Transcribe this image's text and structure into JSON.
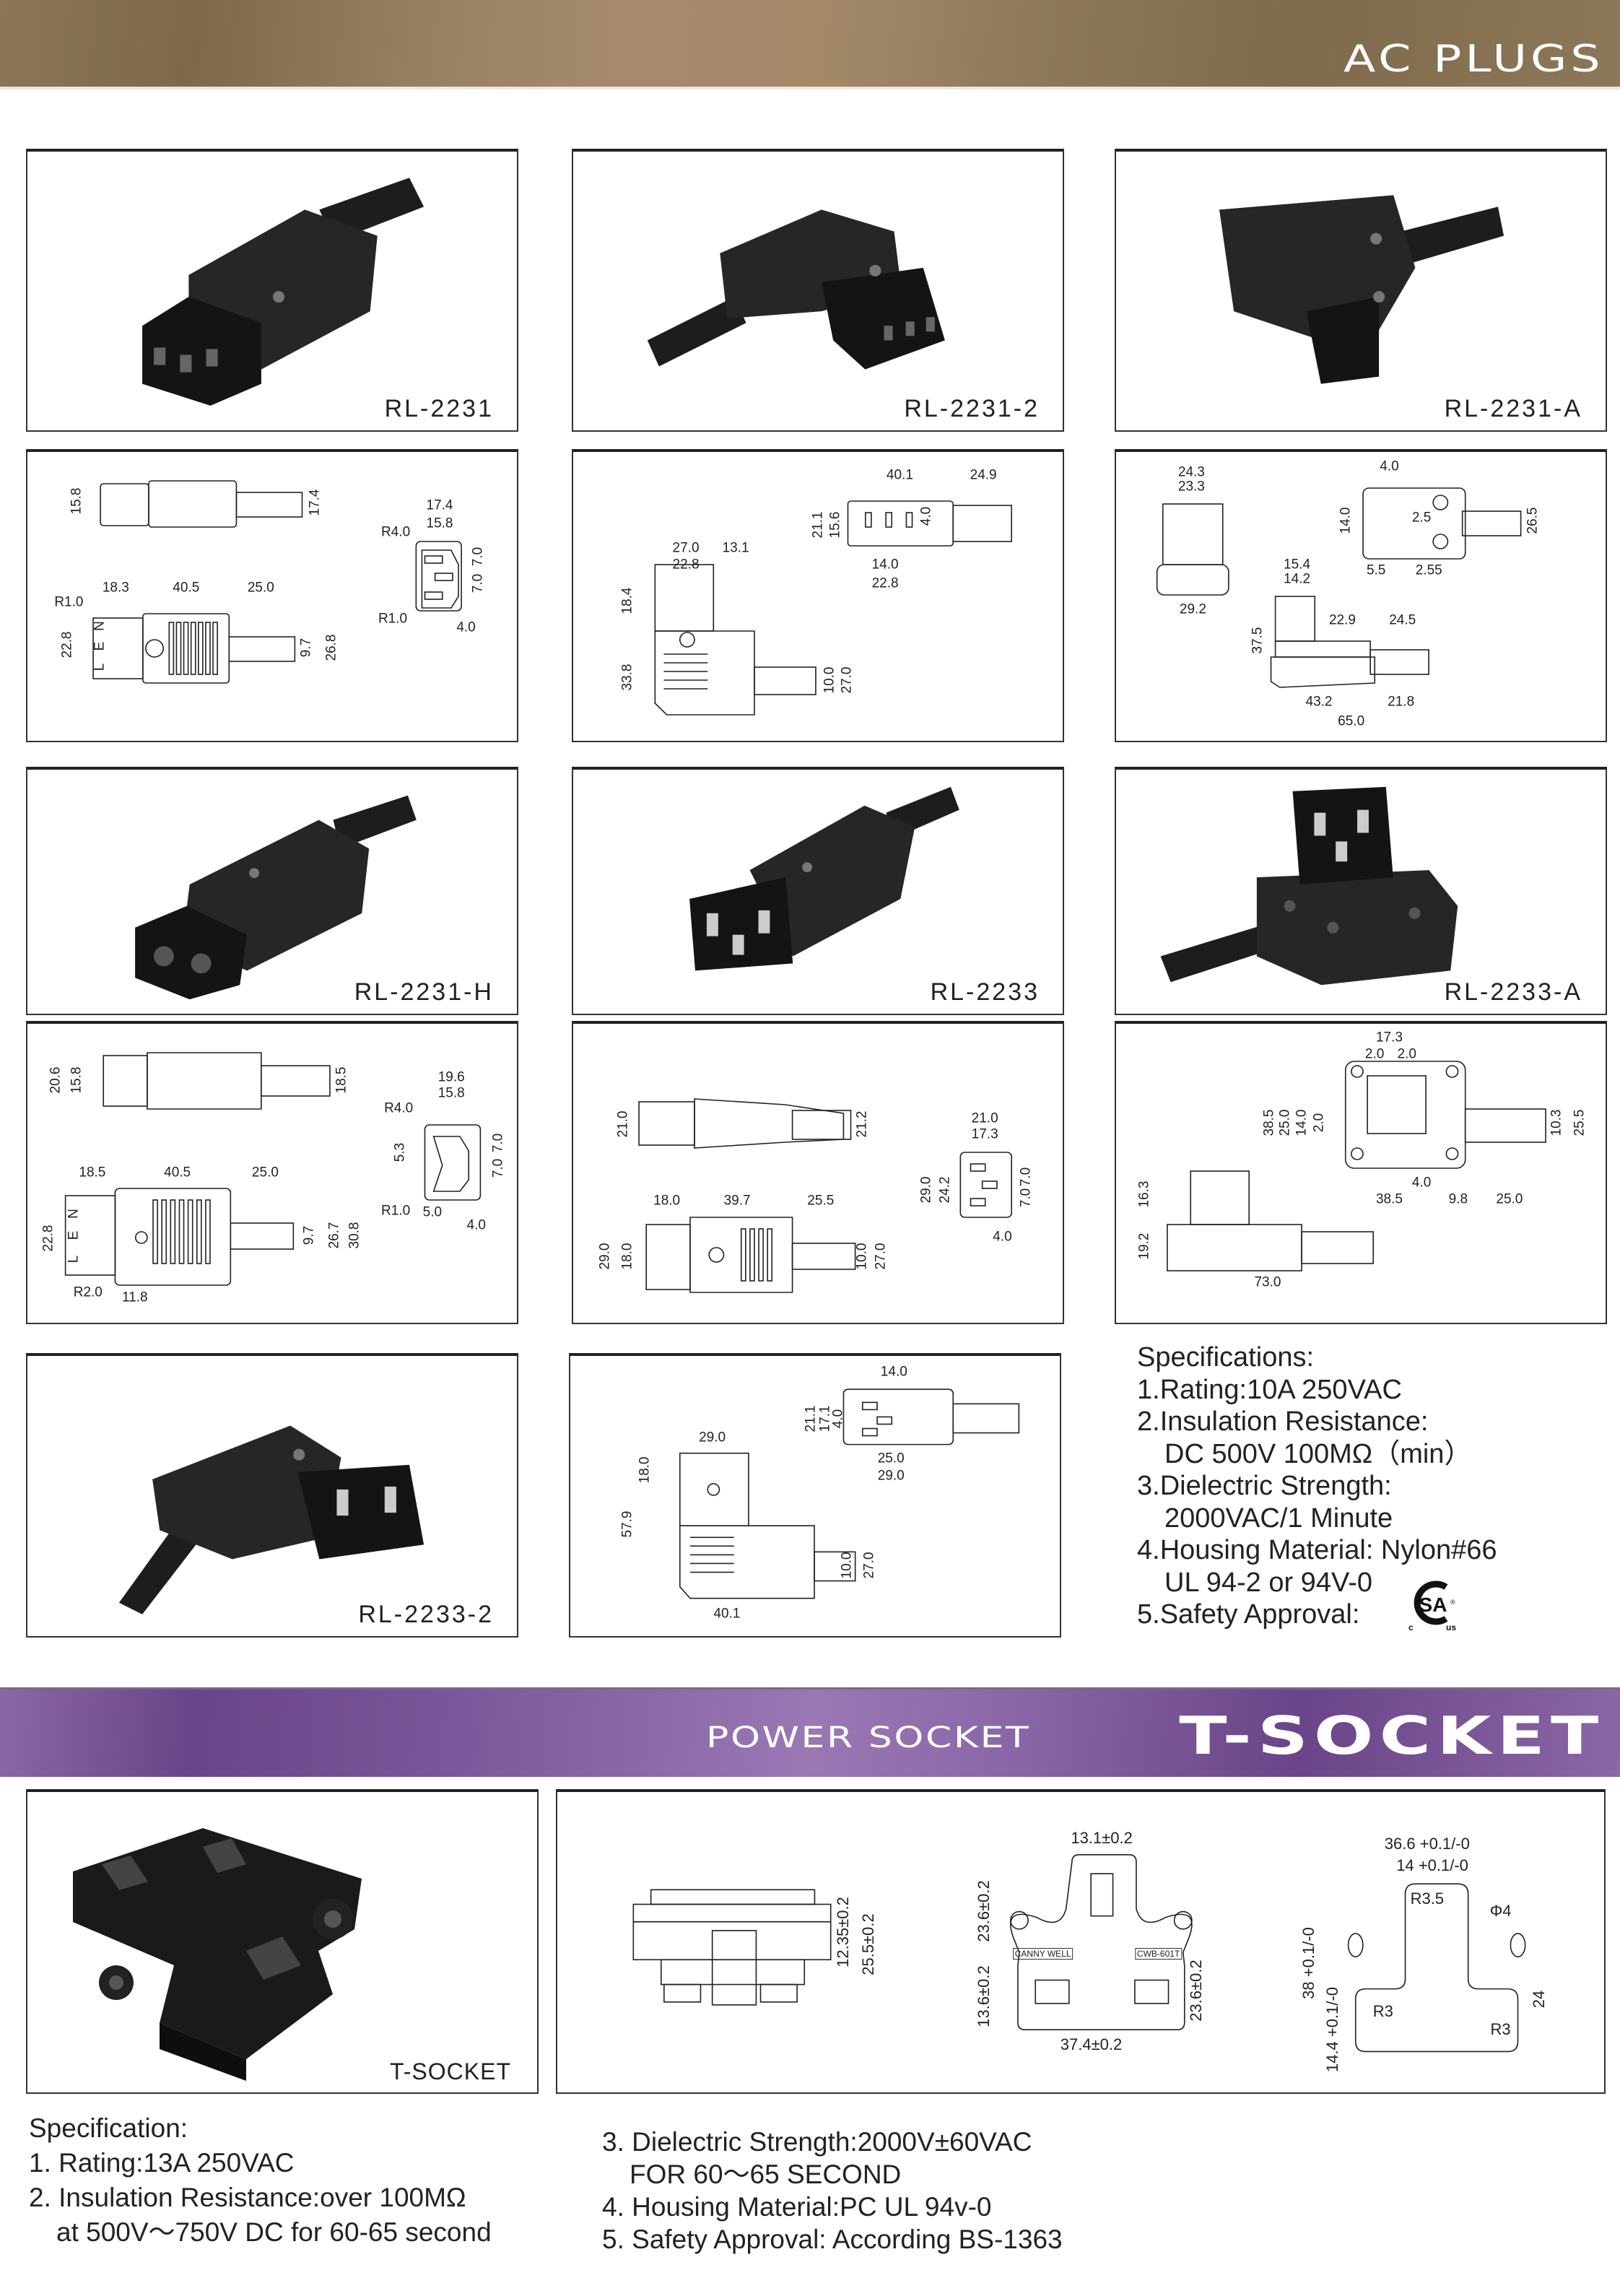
{
  "header": {
    "title": "AC PLUGS"
  },
  "products": [
    {
      "model": "RL-2231"
    },
    {
      "model": "RL-2231-2"
    },
    {
      "model": "RL-2231-A"
    },
    {
      "model": "RL-2231-H"
    },
    {
      "model": "RL-2233"
    },
    {
      "model": "RL-2233-A"
    },
    {
      "model": "RL-2233-2"
    }
  ],
  "drawings": [
    {
      "model": "RL-2231",
      "dims": [
        "15.8",
        "17.4",
        "17.4",
        "15.8",
        "R4.0",
        "7.0",
        "7.0",
        "R1.0",
        "4.0",
        "18.3",
        "40.5",
        "25.0",
        "R1.0",
        "22.8",
        "N",
        "E",
        "L",
        "9.7",
        "26.8"
      ]
    },
    {
      "model": "RL-2231-2",
      "dims": [
        "40.1",
        "24.9",
        "21.1",
        "15.6",
        "4.0",
        "14.0",
        "22.8",
        "27.0",
        "13.1",
        "22.8",
        "18.4",
        "33.8",
        "10.0",
        "27.0"
      ]
    },
    {
      "model": "RL-2231-A",
      "dims": [
        "24.3",
        "23.3",
        "29.2",
        "4.0",
        "14.0",
        "2.5",
        "26.5",
        "5.5",
        "2.55",
        "15.4",
        "14.2",
        "22.9",
        "24.5",
        "37.5",
        "43.2",
        "21.8",
        "65.0"
      ]
    },
    {
      "model": "RL-2231-H",
      "dims": [
        "20.6",
        "15.8",
        "18.5",
        "19.6",
        "15.8",
        "R4.0",
        "5.3",
        "7.0",
        "7.0",
        "R1.0",
        "5.0",
        "4.0",
        "18.5",
        "40.5",
        "25.0",
        "22.8",
        "N",
        "E",
        "L",
        "9.7",
        "26.7",
        "30.8",
        "R2.0",
        "11.8"
      ]
    },
    {
      "model": "RL-2233",
      "dims": [
        "21.0",
        "21.2",
        "21.0",
        "17.3",
        "29.0",
        "24.2",
        "7.0",
        "7.0",
        "4.0",
        "18.0",
        "39.7",
        "25.5",
        "29.0",
        "18.0",
        "10.0",
        "27.0"
      ]
    },
    {
      "model": "RL-2233-A",
      "dims": [
        "17.3",
        "2.0",
        "2.0",
        "38.5",
        "25.0",
        "14.0",
        "2.0",
        "10.3",
        "25.5",
        "4.0",
        "38.5",
        "9.8",
        "25.0",
        "16.3",
        "19.2",
        "73.0"
      ]
    },
    {
      "model": "RL-2233-2",
      "dims": [
        "14.0",
        "21.1",
        "17.1",
        "4.0",
        "29.0",
        "25.0",
        "29.0",
        "18.0",
        "57.9",
        "10.0",
        "27.0",
        "40.1"
      ]
    }
  ],
  "ac_specifications": {
    "heading": "Specifications:",
    "lines": [
      "1.Rating:10A 250VAC",
      "2.Insulation Resistance:",
      "DC 500V  100MΩ（min）",
      "3.Dielectric Strength:",
      "2000VAC/1 Minute",
      "4.Housing Material: Nylon#66",
      "UL 94-2 or 94V-0",
      "5.Safety Approval:"
    ],
    "approval_mark": {
      "main": "SA",
      "left": "c",
      "right": "us",
      "registered": "®"
    }
  },
  "t_socket_banner": {
    "subtitle": "POWER SOCKET",
    "title": "T-SOCKET"
  },
  "t_socket": {
    "model": "T-SOCKET",
    "dims": [
      "12.35±0.2",
      "25.5±0.2",
      "13.1±0.2",
      "23.6±0.2",
      "13.6±0.2",
      "23.6±0.2",
      "37.4±0.2",
      "CANNY WELL",
      "CWB-601T",
      "36.6 +0.1/-0",
      "14 +0.1/-0",
      "R3.5",
      "Φ4",
      "38 +0.1/-0",
      "14.4 +0.1/-0",
      "R3",
      "R3",
      "24"
    ],
    "specification": {
      "heading": "Specification:",
      "lines": [
        "1. Rating:13A  250VAC",
        "2. Insulation Resistance:over 100MΩ",
        "at 500V～750V DC for 60-65 second",
        "3. Dielectric Strength:2000V±60VAC",
        "FOR 60～65 SECOND",
        "4. Housing Material:PC UL 94v-0",
        "5. Safety Approval: According BS-1363"
      ]
    }
  },
  "colors": {
    "header": "#967f61",
    "band": "#7a579a",
    "product": "#1c1c1c"
  }
}
